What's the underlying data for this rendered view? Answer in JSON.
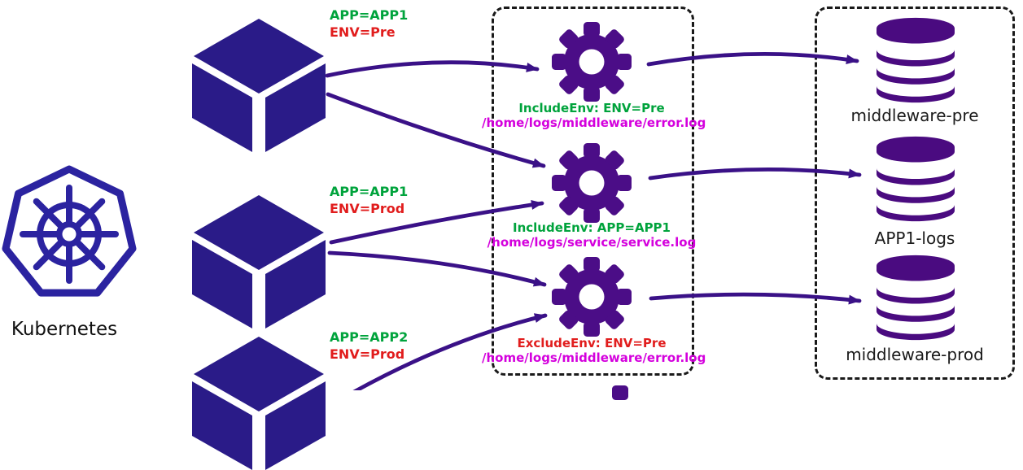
{
  "title": "Kubernetes log routing diagram",
  "palette": {
    "kubernetes_blue": "#2b23a0",
    "pod_indigo": "#2a1b88",
    "gear_purple": "#4b0d87",
    "db_purple": "#4a0b80",
    "arrow_purple": "#3a1187",
    "label_green": "#00a33c",
    "label_red": "#e11d1d",
    "path_magenta": "#d400dd",
    "text_black": "#1a1a1a"
  },
  "kubernetes": {
    "label": "Kubernetes"
  },
  "pods": [
    {
      "id": "pod-1",
      "app": "APP=APP1",
      "env": "ENV=Pre"
    },
    {
      "id": "pod-2",
      "app": "APP=APP1",
      "env": "ENV=Prod"
    },
    {
      "id": "pod-3",
      "app": "APP=APP2",
      "env": "ENV=Prod"
    }
  ],
  "filters": [
    {
      "id": "filter-1",
      "rule": "IncludeEnv: ENV=Pre",
      "rule_color": "#00a33c",
      "path": "/home/logs/middleware/error.log"
    },
    {
      "id": "filter-2",
      "rule": "IncludeEnv: APP=APP1",
      "rule_color": "#00a33c",
      "path": "/home/logs/service/service.log"
    },
    {
      "id": "filter-3",
      "rule": "ExcludeEnv: ENV=Pre",
      "rule_color": "#e11d1d",
      "path": "/home/logs/middleware/error.log"
    }
  ],
  "stores": [
    {
      "id": "store-1",
      "label": "middleware-pre"
    },
    {
      "id": "store-2",
      "label": "APP1-logs"
    },
    {
      "id": "store-3",
      "label": "middleware-prod"
    }
  ],
  "connections": [
    {
      "from": "pod-1",
      "to": "filter-1"
    },
    {
      "from": "pod-1",
      "to": "filter-2"
    },
    {
      "from": "pod-2",
      "to": "filter-2"
    },
    {
      "from": "pod-2",
      "to": "filter-3"
    },
    {
      "from": "pod-3",
      "to": "filter-3"
    },
    {
      "from": "filter-1",
      "to": "store-1"
    },
    {
      "from": "filter-2",
      "to": "store-2"
    },
    {
      "from": "filter-3",
      "to": "store-3"
    }
  ]
}
